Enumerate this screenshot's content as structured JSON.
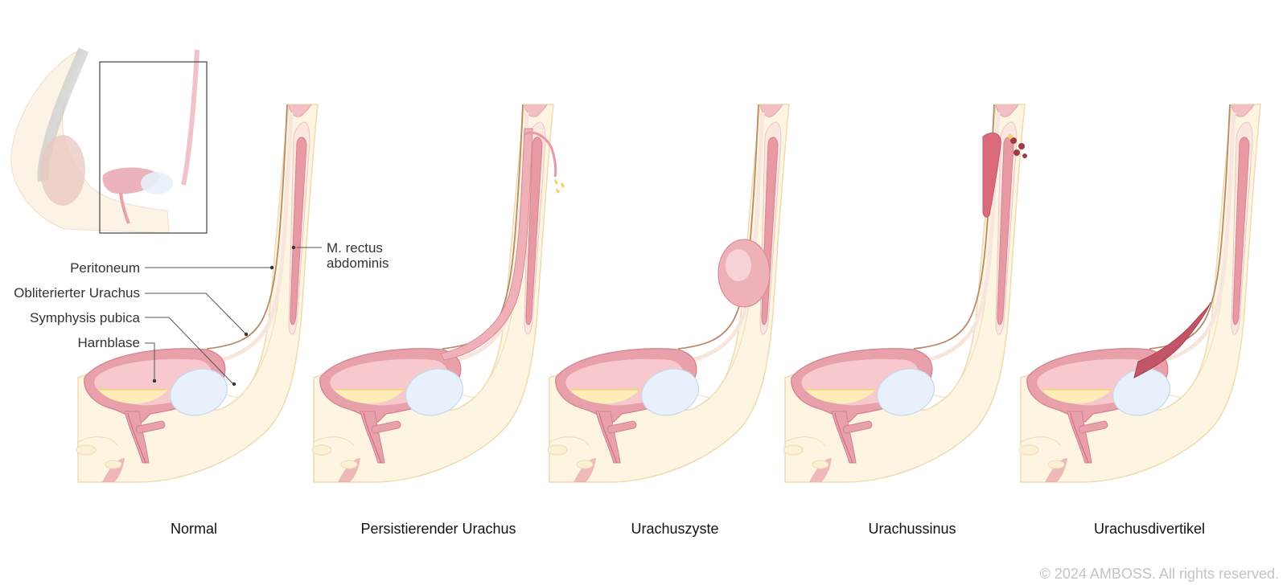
{
  "labels": {
    "rectus_line1": "M. rectus",
    "rectus_line2": "abdominis",
    "peritoneum": "Peritoneum",
    "obliterated_urachus": "Obliterierter Urachus",
    "symphysis": "Symphysis pubica",
    "bladder": "Harnblase"
  },
  "panels": [
    {
      "caption": "Normal"
    },
    {
      "caption": "Persistierender Urachus"
    },
    {
      "caption": "Urachuszyste"
    },
    {
      "caption": "Urachussinus"
    },
    {
      "caption": "Urachusdivertikel"
    }
  ],
  "copyright": "© 2024 AMBOSS. All rights reserved.",
  "colors": {
    "skin": "#fdf5e2",
    "skin_edge": "#eedcb0",
    "muscle": "#e79aa3",
    "bladder_wall": "#e8a0aa",
    "bladder_lumen": "#f8c9cc",
    "urine": "#fdeeb8",
    "symphysis": "#e8f1fb",
    "peritoneum": "#b88a6a"
  }
}
